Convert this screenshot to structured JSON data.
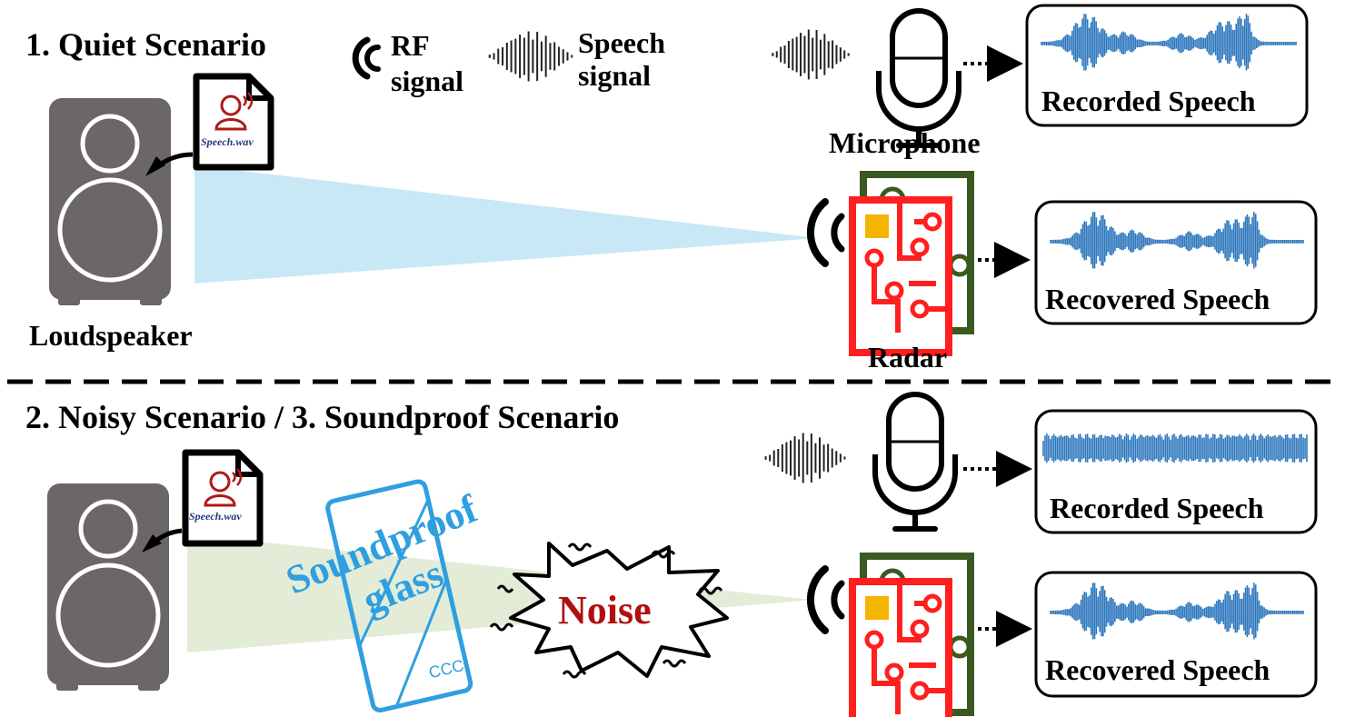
{
  "scenario1": {
    "title": "1. Quiet Scenario",
    "legend": {
      "rf_label_line1": "RF",
      "rf_label_line2": "signal",
      "speech_label_line1": "Speech",
      "speech_label_line2": "signal"
    },
    "loudspeaker_label": "Loudspeaker",
    "file_label": "Speech.wav",
    "microphone_label": "Microphone",
    "radar_label": "Radar",
    "recorded_label": "Recorded Speech",
    "recovered_label": "Recovered Speech"
  },
  "scenario2": {
    "title": "2. Noisy Scenario / 3. Soundproof Scenario",
    "file_label": "Speech.wav",
    "glass_label_line1": "Soundproof",
    "glass_label_line2": "glass",
    "glass_mark": "CCC",
    "noise_label": "Noise",
    "recorded_label": "Recorded Speech",
    "recovered_label": "Recovered Speech"
  },
  "colors": {
    "speaker": "#6b6767",
    "rf_beam": "#c9e8f5",
    "noisy_beam": "#e2ecd6",
    "radar_red": "#ff1f1f",
    "radar_green": "#3a5a22",
    "radar_chip": "#f4b400",
    "waveform": "#2f78bd",
    "glass": "#2f9fe0",
    "noise_text": "#b10f0f",
    "file_icon": "#b01818",
    "file_text": "#1f3a7a"
  },
  "icons": [
    "speaker-icon",
    "file-icon",
    "microphone-icon",
    "radar-icon",
    "rf-wave-icon",
    "speech-wave-icon",
    "noise-burst-icon"
  ]
}
